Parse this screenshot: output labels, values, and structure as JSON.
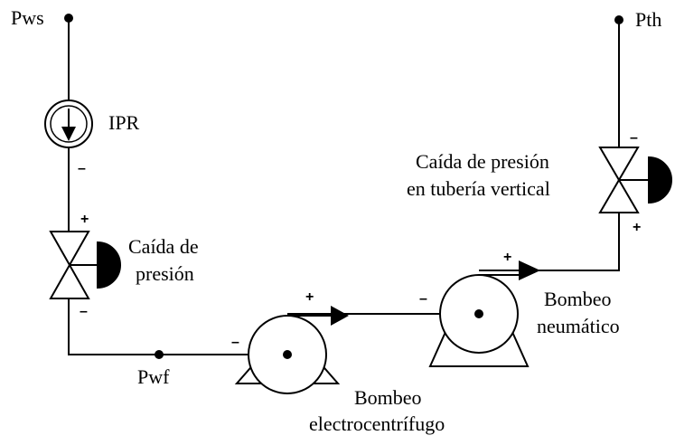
{
  "nodes": {
    "pws": "Pws",
    "pth": "Pth",
    "pwf": "Pwf"
  },
  "labels": {
    "ipr": "IPR",
    "caida_line1": "Caída de",
    "caida_line2": "presión",
    "caida_vert_line1": "Caída de presión",
    "caida_vert_line2": "en tubería vertical",
    "bombeo_elec_line1": "Bombeo",
    "bombeo_elec_line2": "electrocentrífugo",
    "bombeo_neu_line1": "Bombeo",
    "bombeo_neu_line2": "neumático"
  },
  "signs": {
    "plus": "+",
    "minus": "–"
  },
  "colors": {
    "stroke": "#000000",
    "background": "#ffffff"
  }
}
